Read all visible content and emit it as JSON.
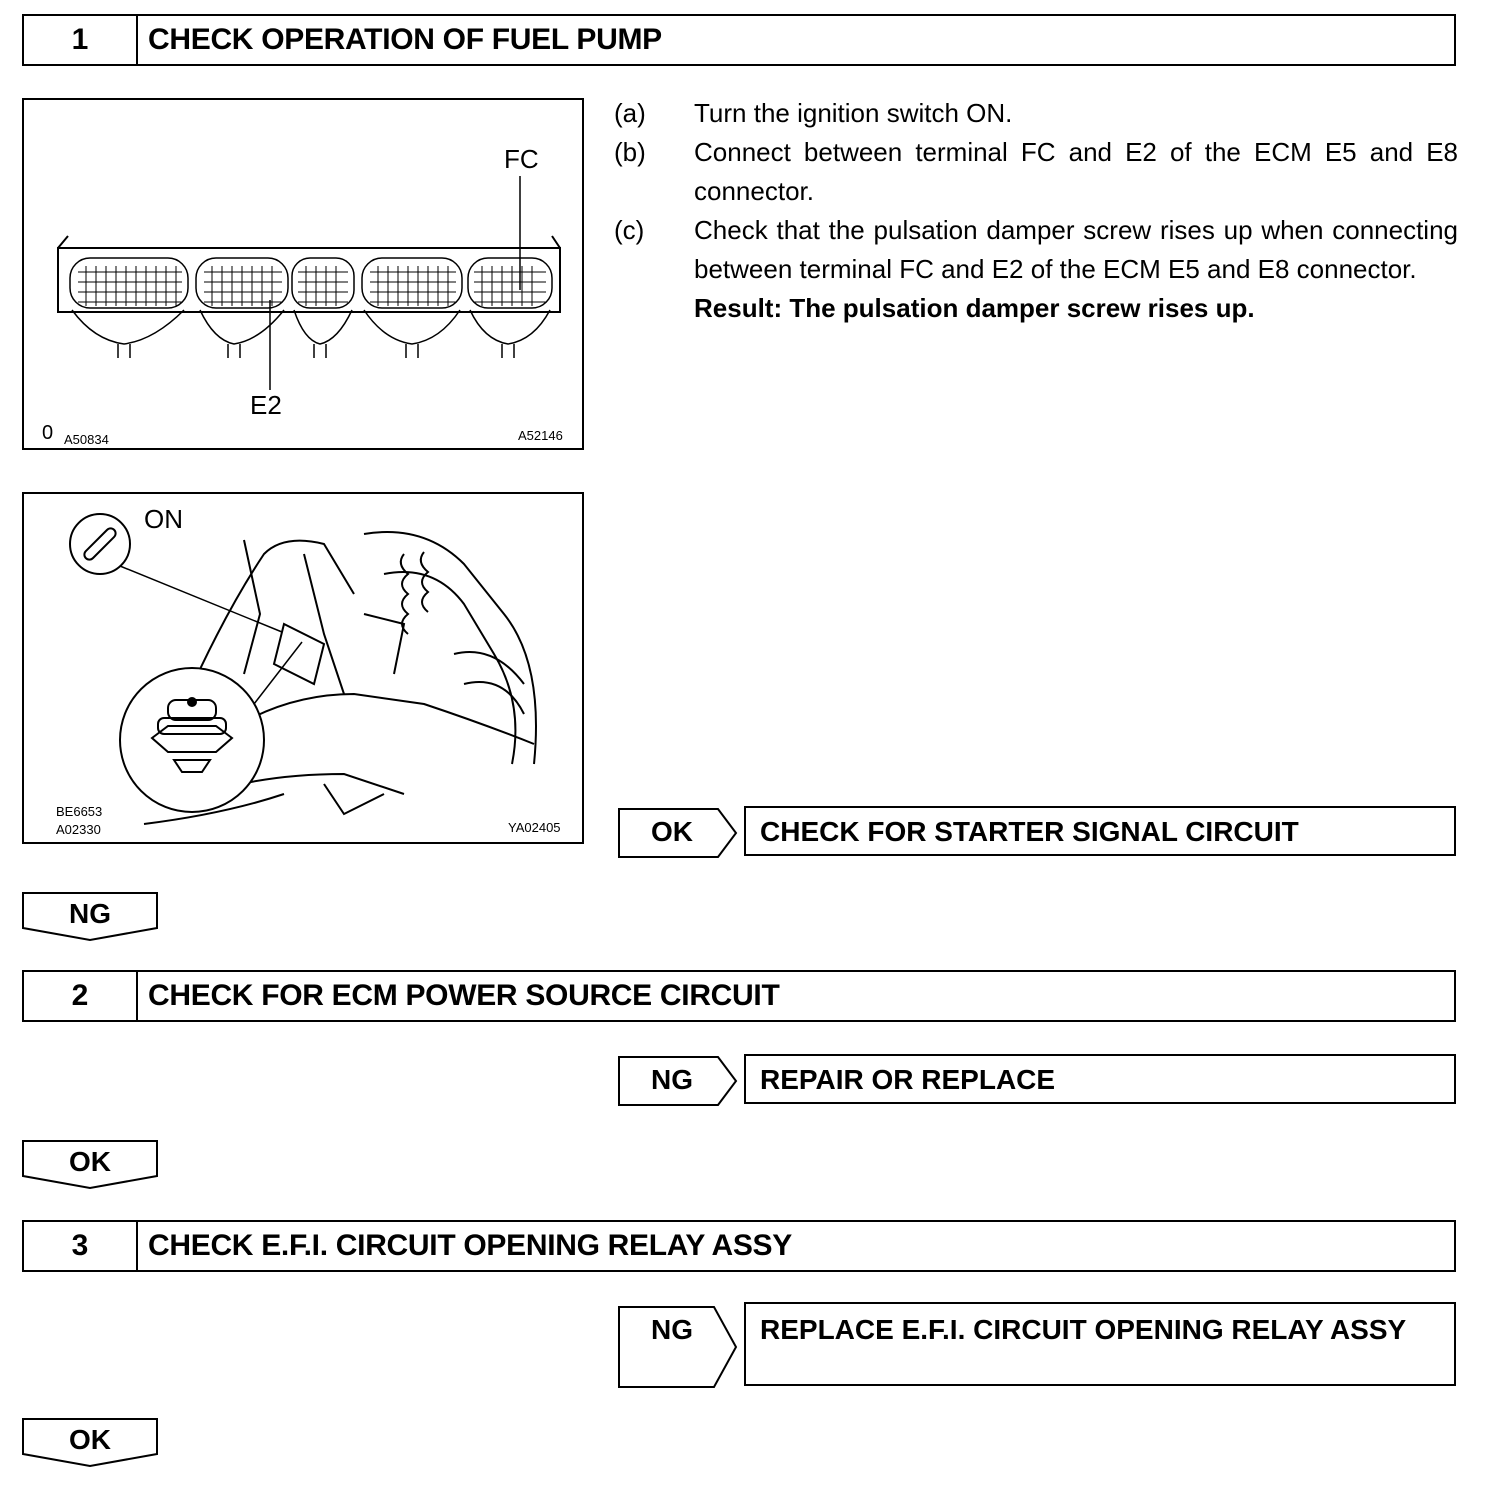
{
  "steps": [
    {
      "number": "1",
      "title": "CHECK OPERATION OF FUEL PUMP"
    },
    {
      "number": "2",
      "title": "CHECK FOR ECM POWER SOURCE CIRCUIT"
    },
    {
      "number": "3",
      "title": "CHECK E.F.I. CIRCUIT OPENING RELAY ASSY"
    }
  ],
  "figure1": {
    "label_fc": "FC",
    "label_e2": "E2",
    "code_left_prefix": "0",
    "code_left": "A50834",
    "code_right": "A52146"
  },
  "figure2": {
    "label_on": "ON",
    "code_left_1": "BE6653",
    "code_left_2": "A02330",
    "code_right": "YA02405"
  },
  "instructions": [
    {
      "label": "(a)",
      "text": "Turn the ignition switch ON."
    },
    {
      "label": "(b)",
      "text": "Connect between terminal FC and E2 of the ECM E5 and E8 connector."
    },
    {
      "label": "(c)",
      "text": "Check that the pulsation damper screw rises up when connecting between terminal FC and E2 of the ECM E5 and E8 connector."
    }
  ],
  "result": "Result: The pulsation damper screw rises up.",
  "branches": {
    "step1_ok": {
      "tag": "OK",
      "action": "CHECK FOR STARTER SIGNAL CIRCUIT"
    },
    "step1_down": "NG",
    "step2_ng": {
      "tag": "NG",
      "action": "REPAIR OR REPLACE"
    },
    "step2_down": "OK",
    "step3_ng": {
      "tag": "NG",
      "action": "REPLACE E.F.I. CIRCUIT OPENING RELAY ASSY"
    },
    "step3_down": "OK"
  }
}
